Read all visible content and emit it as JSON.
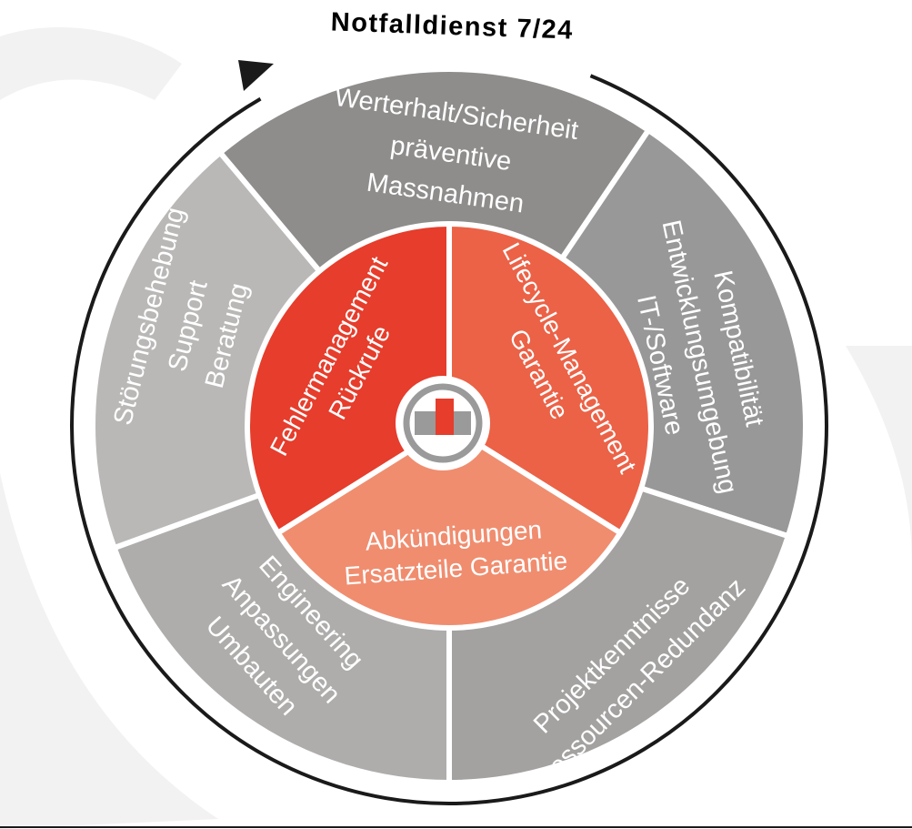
{
  "title": "Notfalldienst 7/24",
  "outer_segments": [
    {
      "id": "top",
      "lines": [
        "Werterhalt/Sicherheit",
        "präventive",
        "Massnahmen"
      ],
      "color": "#8e8d8c"
    },
    {
      "id": "right",
      "lines": [
        "Kompatibilität",
        "Entwicklungsumgebung",
        "IT-/Software"
      ],
      "color": "#999898"
    },
    {
      "id": "bottom-right",
      "lines": [
        "Projektkenntnisse",
        "Ressourcen-Redundanz"
      ],
      "color": "#a3a2a1"
    },
    {
      "id": "bottom-left",
      "lines": [
        "Engineering",
        "Anpassungen",
        "Umbauten"
      ],
      "color": "#aeadac"
    },
    {
      "id": "left",
      "lines": [
        "Störungsbehebung",
        "Support",
        "Beratung"
      ],
      "color": "#b9b8b7"
    }
  ],
  "inner_segments": [
    {
      "id": "upper-left",
      "lines": [
        "Fehlermanagement",
        "Rückrufe"
      ],
      "color": "#e63d2c"
    },
    {
      "id": "upper-right",
      "lines": [
        "Lifecycle-Management",
        "Garantie"
      ],
      "color": "#eb6247"
    },
    {
      "id": "bottom",
      "lines": [
        "Abkündigungen",
        "Ersatzteile Garantie"
      ],
      "color": "#f08d6f"
    }
  ],
  "colors": {
    "ring_arrow": "#1a1a1a",
    "swoosh": "#f2f2f2",
    "logo_red": "#e63d2c",
    "logo_gray": "#9a9a9a",
    "bottom_rule": "#1a1a1a"
  }
}
